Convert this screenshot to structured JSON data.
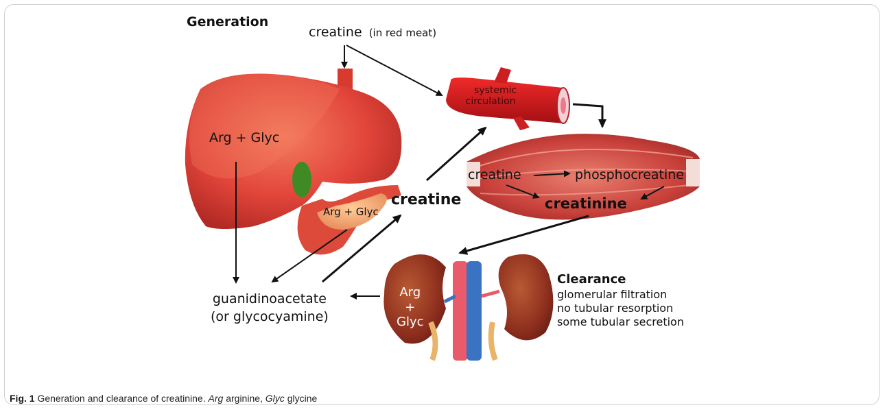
{
  "section_title": "Generation",
  "creatine_top": "creatine",
  "creatine_top_note": "(in red meat)",
  "vessel_label_line1": "systemic",
  "vessel_label_line2": "circulation",
  "liver_label": "Arg + Glyc",
  "pancreas_label": "Arg + Glyc",
  "center_creatine": "creatine",
  "muscle_creatine": "creatine",
  "muscle_phosphocreatine": "phosphocreatine",
  "muscle_creatinine": "creatinine",
  "guanidino_line1": "guanidinoacetate",
  "guanidino_line2": "(or glycocyamine)",
  "kidney_label_line1": "Arg",
  "kidney_label_line2": "+",
  "kidney_label_line3": "Glyc",
  "clearance": {
    "title": "Clearance",
    "lines": [
      "glomerular filtration",
      "no tubular resorption",
      "some tubular secretion"
    ]
  },
  "caption": {
    "fig_label": "Fig. 1",
    "text": "Generation and clearance of creatinine.",
    "abbr1": "Arg",
    "abbr1_def": "arginine,",
    "abbr2": "Glyc",
    "abbr2_def": "glycine"
  }
}
